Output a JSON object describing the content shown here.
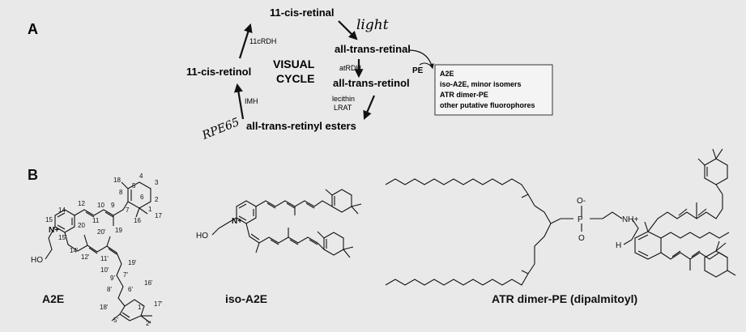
{
  "panel_a": {
    "label": "A",
    "cis_retinal": "11-cis-retinal",
    "light": "light",
    "cis_retinol": "11-cis-retinol",
    "visual": "VISUAL",
    "cycle": "CYCLE",
    "trans_retinal": "all-trans-retinal",
    "trans_retinol": "all-trans-retinol",
    "esters": "all-trans-retinyl esters",
    "rpe65": "RPE65",
    "enzyme_11crdh": "11cRDH",
    "enzyme_atrdh": "atRDH",
    "enzyme_imh": "IMH",
    "enzyme_lecithin": "lecithin",
    "enzyme_lrat": "LRAT",
    "pe": "PE",
    "products": [
      "A2E",
      "iso-A2E, minor isomers",
      "ATR dimer-PE",
      "other putative fluorophores"
    ]
  },
  "panel_b": {
    "label": "B",
    "a2e_name": "A2E",
    "iso_name": "iso-A2E",
    "atr_name": "ATR dimer-PE (dipalmitoyl)",
    "atom_labels": {
      "n_plus": "N+",
      "ho": "HO",
      "o_minus": "O-",
      "o": "O",
      "p": "P",
      "nh_plus": "NH+",
      "h": "H"
    },
    "a2e_numbers": [
      "18",
      "4",
      "3",
      "5",
      "6",
      "2",
      "1",
      "17",
      "16",
      "7",
      "8",
      "9",
      "10",
      "12",
      "11",
      "19",
      "14",
      "15",
      "20",
      "20'",
      "14'",
      "15'",
      "12'",
      "11'",
      "19'",
      "10'",
      "9'",
      "7'",
      "16'",
      "8'",
      "6'",
      "18'",
      "5'",
      "17'",
      "1'",
      "2'"
    ]
  },
  "colors": {
    "ink": "#111111",
    "background": "#e9e9e9",
    "box": "#f4f4f4"
  }
}
